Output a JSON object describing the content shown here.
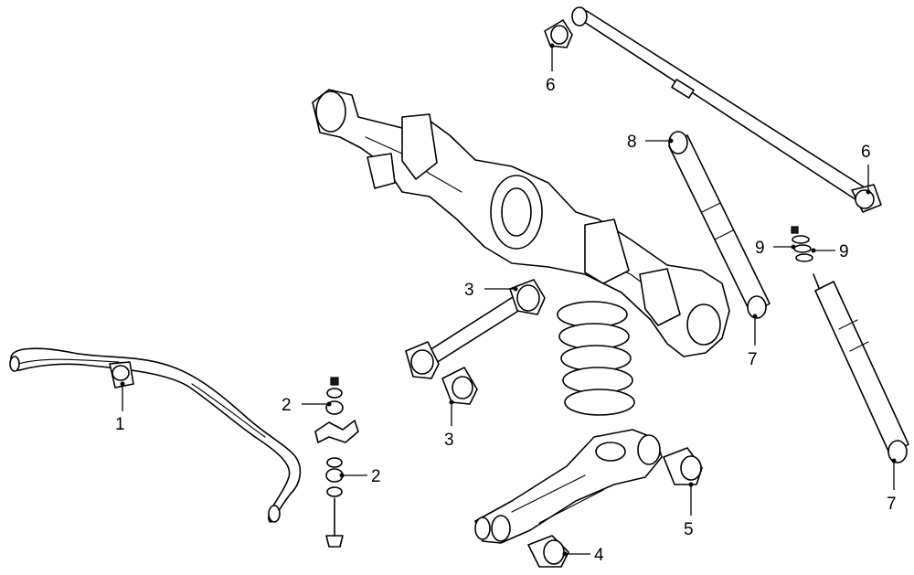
{
  "diagram": {
    "callouts": [
      {
        "id": "c1",
        "text": "1"
      },
      {
        "id": "c2a",
        "text": "2"
      },
      {
        "id": "c2b",
        "text": "2"
      },
      {
        "id": "c3a",
        "text": "3"
      },
      {
        "id": "c3b",
        "text": "3"
      },
      {
        "id": "c4",
        "text": "4"
      },
      {
        "id": "c5",
        "text": "5"
      },
      {
        "id": "c6a",
        "text": "6"
      },
      {
        "id": "c6b",
        "text": "6"
      },
      {
        "id": "c7a",
        "text": "7"
      },
      {
        "id": "c7b",
        "text": "7"
      },
      {
        "id": "c8",
        "text": "8"
      },
      {
        "id": "c9a",
        "text": "9"
      },
      {
        "id": "c9b",
        "text": "9"
      }
    ]
  }
}
